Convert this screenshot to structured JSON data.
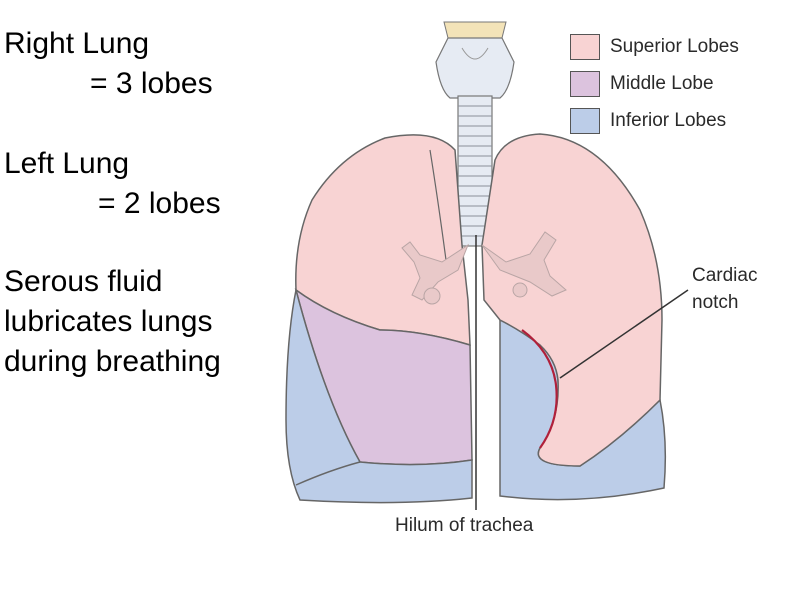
{
  "notes": {
    "right_lung": [
      "Right Lung",
      "= 3 lobes"
    ],
    "left_lung": [
      "Left Lung",
      "= 2 lobes"
    ],
    "serous": [
      "Serous fluid",
      "lubricates lungs",
      "during breathing"
    ]
  },
  "legend": [
    {
      "label": "Superior Lobes",
      "color": "#f8d3d3"
    },
    {
      "label": "Middle Lobe",
      "color": "#dcc3de"
    },
    {
      "label": "Inferior Lobes",
      "color": "#bccde8"
    }
  ],
  "labels": {
    "cardiac_notch": [
      "Cardiac",
      "notch"
    ],
    "hilum": "Hilum of trachea"
  }
}
